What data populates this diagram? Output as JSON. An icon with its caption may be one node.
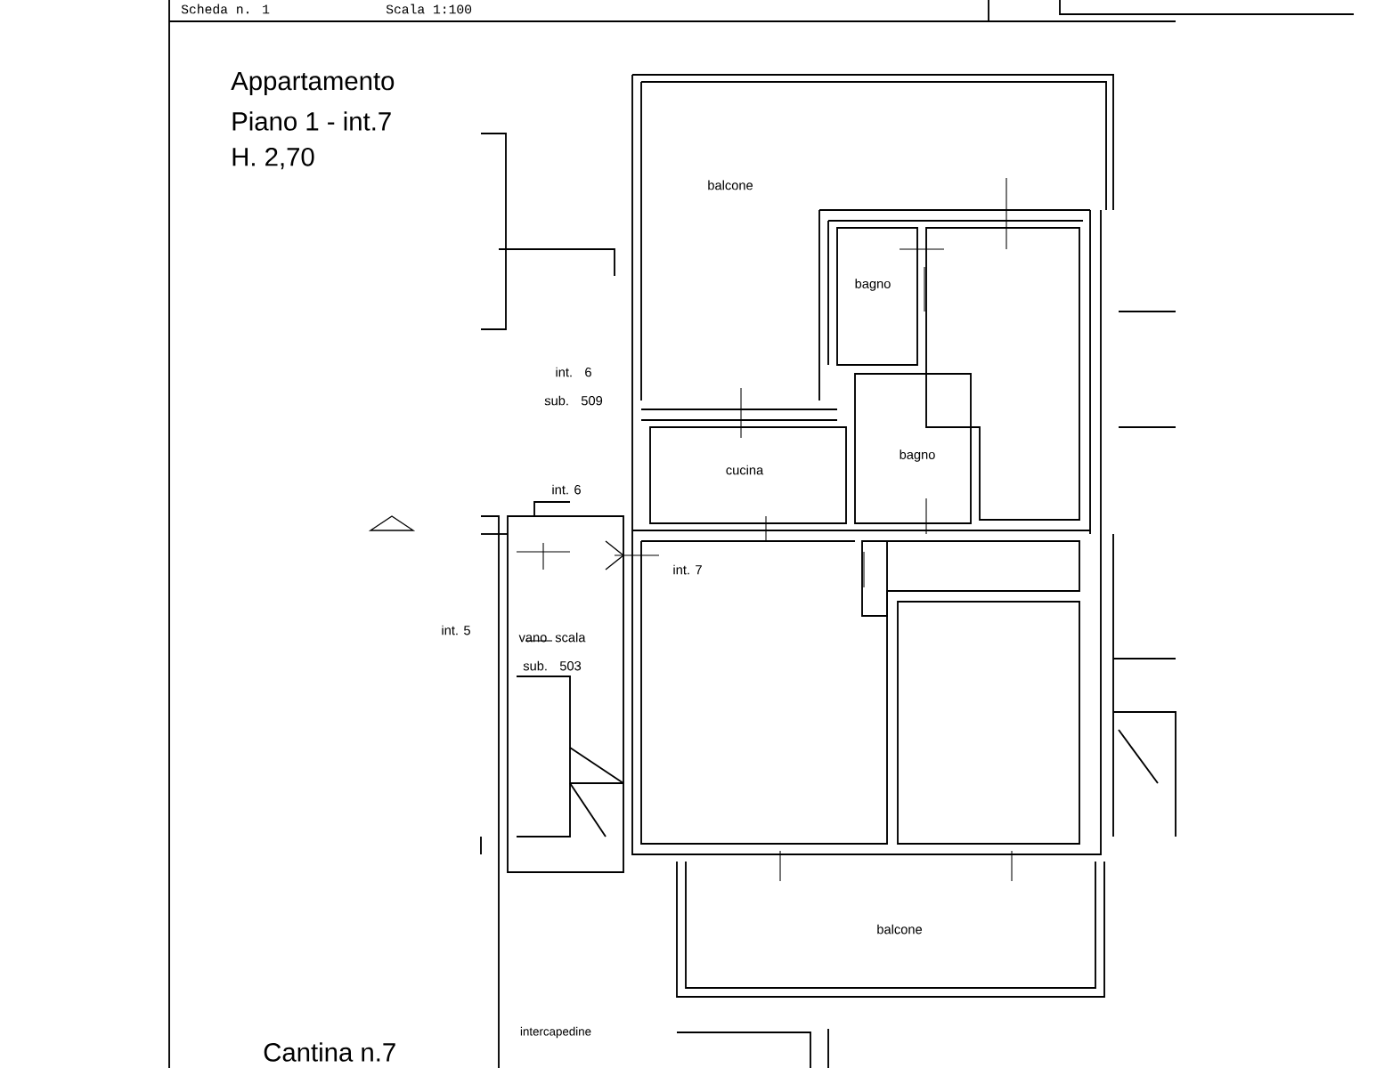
{
  "diagram": {
    "labels": [
      "Scheda n. 1",
      "Scala 1:100",
      "Appartamento",
      "Piano 1 - int.7",
      "H. 2,70",
      "balcone",
      "bagno",
      "int. 6 sub. 509",
      "cucina",
      "bagno",
      "int. 6",
      "int. 7",
      "int. 5",
      "vano scala sub. 503",
      "balcone",
      "Cantina n.7",
      "intercapedine"
    ]
  }
}
